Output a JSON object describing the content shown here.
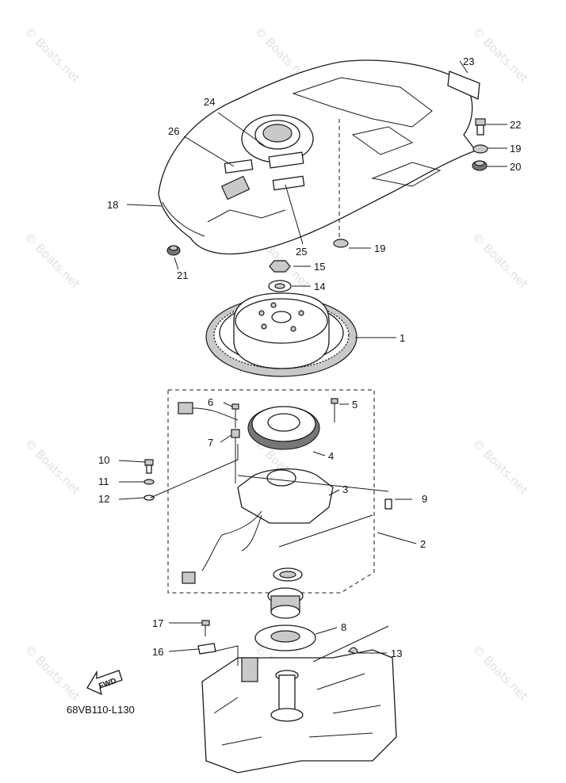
{
  "diagram_code": "68VB110-L130",
  "fwd_label": "FWD",
  "watermark": "© Boats.net",
  "callouts": {
    "c1": "1",
    "c2": "2",
    "c3": "3",
    "c4": "4",
    "c5": "5",
    "c6": "6",
    "c7": "7",
    "c8": "8",
    "c9": "9",
    "c10": "10",
    "c11": "11",
    "c12": "12",
    "c13": "13",
    "c14": "14",
    "c15": "15",
    "c16": "16",
    "c17": "17",
    "c18": "18",
    "c19a": "19",
    "c19b": "19",
    "c20": "20",
    "c21": "21",
    "c22": "22",
    "c23": "23",
    "c24": "24",
    "c25": "25",
    "c26": "26"
  },
  "colors": {
    "line": "#1a1a1a",
    "watermark": "#c8c8c8",
    "background": "#ffffff"
  }
}
